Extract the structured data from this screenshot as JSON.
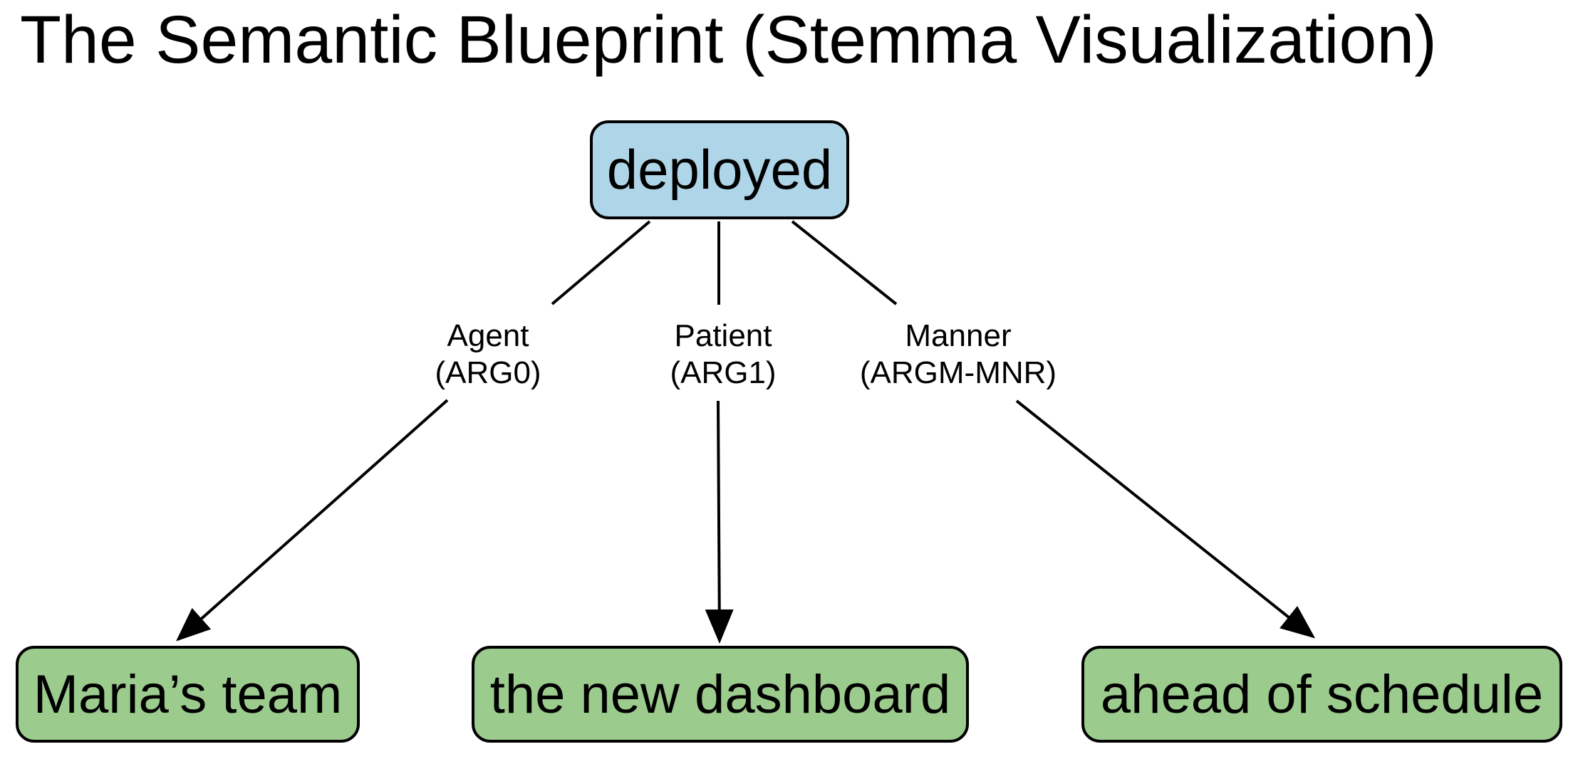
{
  "title": "The Semantic Blueprint (Stemma Visualization)",
  "colors": {
    "predicate_fill": "#aed6e8",
    "argument_fill": "#9ccb8e",
    "stroke": "#000000",
    "background": "#ffffff"
  },
  "predicate": {
    "label": "deployed"
  },
  "edges": [
    {
      "role": "Agent",
      "tag": "(ARG0)"
    },
    {
      "role": "Patient",
      "tag": "(ARG1)"
    },
    {
      "role": "Manner",
      "tag": "(ARGM-MNR)"
    }
  ],
  "arguments": [
    {
      "label": "Maria’s team"
    },
    {
      "label": "the new dashboard"
    },
    {
      "label": "ahead of schedule"
    }
  ]
}
